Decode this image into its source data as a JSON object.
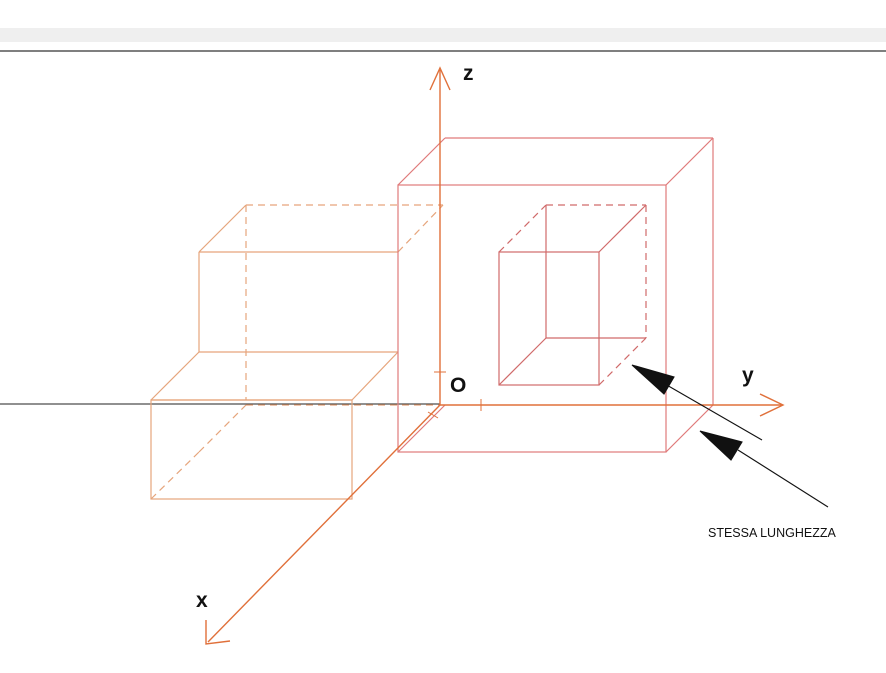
{
  "diagram": {
    "axes": {
      "z_label": "z",
      "y_label": "y",
      "x_label": "x",
      "origin_label": "O"
    },
    "annotation": {
      "text": "STESSA LUNGHEZZA"
    },
    "colors": {
      "axis": "#e0703a",
      "left_solid": "#e6a57c",
      "frame": "#e07a7a",
      "inner_cube": "#d06a6a",
      "baseline": "#222222",
      "annotation": "#111111"
    }
  }
}
